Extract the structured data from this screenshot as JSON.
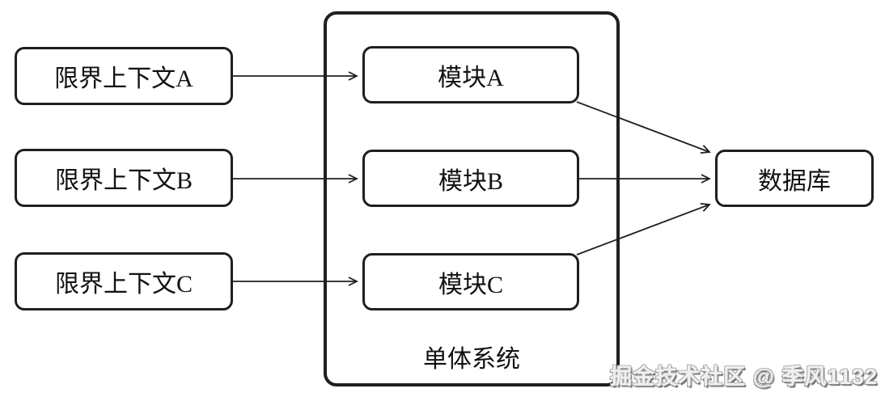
{
  "diagram": {
    "bounded_contexts": [
      {
        "label": "限界上下文A"
      },
      {
        "label": "限界上下文B"
      },
      {
        "label": "限界上下文C"
      }
    ],
    "monolith": {
      "label": "单体系统",
      "modules": [
        {
          "label": "模块A"
        },
        {
          "label": "模块B"
        },
        {
          "label": "模块C"
        }
      ]
    },
    "database": {
      "label": "数据库"
    },
    "edges": [
      {
        "from": "限界上下文A",
        "to": "模块A"
      },
      {
        "from": "限界上下文B",
        "to": "模块B"
      },
      {
        "from": "限界上下文C",
        "to": "模块C"
      },
      {
        "from": "模块A",
        "to": "数据库"
      },
      {
        "from": "模块B",
        "to": "数据库"
      },
      {
        "from": "模块C",
        "to": "数据库"
      }
    ],
    "watermark": "掘金技术社区 @ 季风1132",
    "colors": {
      "stroke": "#1f1f1f",
      "background": "#ffffff",
      "text": "#111111",
      "watermark_face": "#f0f0f0",
      "watermark_shadow": "#6e6e6e"
    }
  }
}
